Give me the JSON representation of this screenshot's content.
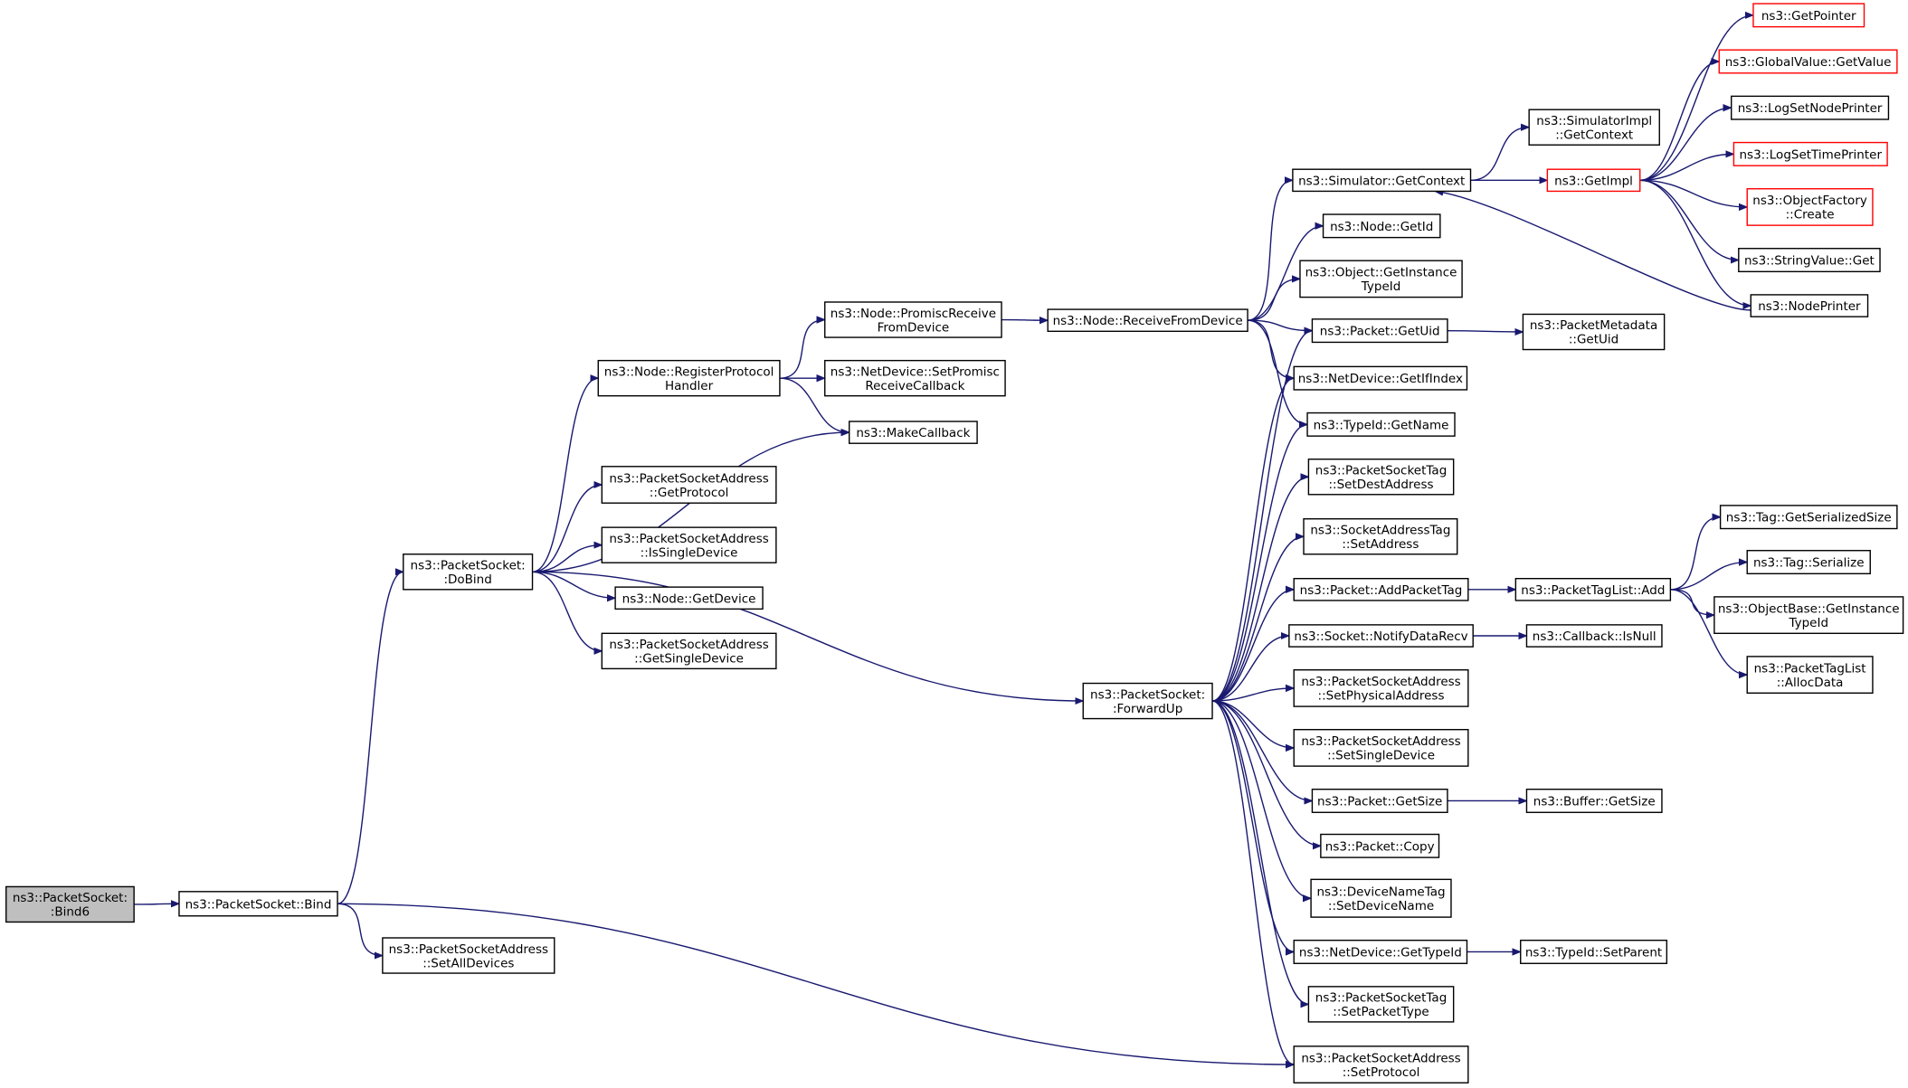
{
  "diagram": {
    "colors": {
      "edge": "#191970",
      "node_border": "#000000",
      "node_border_external": "#ff0000",
      "root_fill": "#bfbfbf"
    },
    "nodes": [
      {
        "id": "bind6",
        "lines": [
          "ns3::PacketSocket:",
          ":Bind6"
        ],
        "style": "root"
      },
      {
        "id": "bind",
        "lines": [
          "ns3::PacketSocket::Bind"
        ],
        "style": "normal"
      },
      {
        "id": "setalldev",
        "lines": [
          "ns3::PacketSocketAddress",
          "::SetAllDevices"
        ],
        "style": "normal"
      },
      {
        "id": "dobind",
        "lines": [
          "ns3::PacketSocket:",
          ":DoBind"
        ],
        "style": "normal"
      },
      {
        "id": "regproto",
        "lines": [
          "ns3::Node::RegisterProtocol",
          "Handler"
        ],
        "style": "normal"
      },
      {
        "id": "getproto",
        "lines": [
          "ns3::PacketSocketAddress",
          "::GetProtocol"
        ],
        "style": "normal"
      },
      {
        "id": "issingle",
        "lines": [
          "ns3::PacketSocketAddress",
          "::IsSingleDevice"
        ],
        "style": "normal"
      },
      {
        "id": "getdevice",
        "lines": [
          "ns3::Node::GetDevice"
        ],
        "style": "normal"
      },
      {
        "id": "getsingle",
        "lines": [
          "ns3::PacketSocketAddress",
          "::GetSingleDevice"
        ],
        "style": "normal"
      },
      {
        "id": "promrecv",
        "lines": [
          "ns3::Node::PromiscReceive",
          "FromDevice"
        ],
        "style": "normal"
      },
      {
        "id": "setpromcb",
        "lines": [
          "ns3::NetDevice::SetPromisc",
          "ReceiveCallback"
        ],
        "style": "normal"
      },
      {
        "id": "makecb",
        "lines": [
          "ns3::MakeCallback"
        ],
        "style": "normal"
      },
      {
        "id": "recvfrom",
        "lines": [
          "ns3::Node::ReceiveFromDevice"
        ],
        "style": "normal"
      },
      {
        "id": "forwardup",
        "lines": [
          "ns3::PacketSocket:",
          ":ForwardUp"
        ],
        "style": "normal"
      },
      {
        "id": "simgetctx",
        "lines": [
          "ns3::Simulator::GetContext"
        ],
        "style": "normal"
      },
      {
        "id": "nodegetid",
        "lines": [
          "ns3::Node::GetId"
        ],
        "style": "normal"
      },
      {
        "id": "getinsttid",
        "lines": [
          "ns3::Object::GetInstance",
          "TypeId"
        ],
        "style": "normal"
      },
      {
        "id": "pktgetuid",
        "lines": [
          "ns3::Packet::GetUid"
        ],
        "style": "normal"
      },
      {
        "id": "getifindex",
        "lines": [
          "ns3::NetDevice::GetIfIndex"
        ],
        "style": "normal"
      },
      {
        "id": "tidgetname",
        "lines": [
          "ns3::TypeId::GetName"
        ],
        "style": "normal"
      },
      {
        "id": "setdestaddr",
        "lines": [
          "ns3::PacketSocketTag",
          "::SetDestAddress"
        ],
        "style": "normal"
      },
      {
        "id": "sasetaddr",
        "lines": [
          "ns3::SocketAddressTag",
          "::SetAddress"
        ],
        "style": "normal"
      },
      {
        "id": "addpkttag",
        "lines": [
          "ns3::Packet::AddPacketTag"
        ],
        "style": "normal"
      },
      {
        "id": "notifydr",
        "lines": [
          "ns3::Socket::NotifyDataRecv"
        ],
        "style": "normal"
      },
      {
        "id": "setphys",
        "lines": [
          "ns3::PacketSocketAddress",
          "::SetPhysicalAddress"
        ],
        "style": "normal"
      },
      {
        "id": "setsingledev",
        "lines": [
          "ns3::PacketSocketAddress",
          "::SetSingleDevice"
        ],
        "style": "normal"
      },
      {
        "id": "pktgetsize",
        "lines": [
          "ns3::Packet::GetSize"
        ],
        "style": "normal"
      },
      {
        "id": "pktcopy",
        "lines": [
          "ns3::Packet::Copy"
        ],
        "style": "normal"
      },
      {
        "id": "devnametag",
        "lines": [
          "ns3::DeviceNameTag",
          "::SetDeviceName"
        ],
        "style": "normal"
      },
      {
        "id": "ndgettid",
        "lines": [
          "ns3::NetDevice::GetTypeId"
        ],
        "style": "normal"
      },
      {
        "id": "setpkttype",
        "lines": [
          "ns3::PacketSocketTag",
          "::SetPacketType"
        ],
        "style": "normal"
      },
      {
        "id": "setproto",
        "lines": [
          "ns3::PacketSocketAddress",
          "::SetProtocol"
        ],
        "style": "normal"
      },
      {
        "id": "simimplctx",
        "lines": [
          "ns3::SimulatorImpl",
          "::GetContext"
        ],
        "style": "normal"
      },
      {
        "id": "getimpl",
        "lines": [
          "ns3::GetImpl"
        ],
        "style": "external"
      },
      {
        "id": "metagetuid",
        "lines": [
          "ns3::PacketMetadata",
          "::GetUid"
        ],
        "style": "normal"
      },
      {
        "id": "ptladd",
        "lines": [
          "ns3::PacketTagList::Add"
        ],
        "style": "normal"
      },
      {
        "id": "cbisnull",
        "lines": [
          "ns3::Callback::IsNull"
        ],
        "style": "normal"
      },
      {
        "id": "bufgetsize",
        "lines": [
          "ns3::Buffer::GetSize"
        ],
        "style": "normal"
      },
      {
        "id": "tidsetparent",
        "lines": [
          "ns3::TypeId::SetParent"
        ],
        "style": "normal"
      },
      {
        "id": "getpointer",
        "lines": [
          "ns3::GetPointer"
        ],
        "style": "external"
      },
      {
        "id": "gvgetvalue",
        "lines": [
          "ns3::GlobalValue::GetValue"
        ],
        "style": "external"
      },
      {
        "id": "logsetnode",
        "lines": [
          "ns3::LogSetNodePrinter"
        ],
        "style": "normal"
      },
      {
        "id": "logsettime",
        "lines": [
          "ns3::LogSetTimePrinter"
        ],
        "style": "external"
      },
      {
        "id": "objfactcreate",
        "lines": [
          "ns3::ObjectFactory",
          "::Create"
        ],
        "style": "external"
      },
      {
        "id": "strvalget",
        "lines": [
          "ns3::StringValue::Get"
        ],
        "style": "normal"
      },
      {
        "id": "nodeprinter",
        "lines": [
          "ns3::NodePrinter"
        ],
        "style": "normal"
      },
      {
        "id": "taggetser",
        "lines": [
          "ns3::Tag::GetSerializedSize"
        ],
        "style": "normal"
      },
      {
        "id": "tagser",
        "lines": [
          "ns3::Tag::Serialize"
        ],
        "style": "normal"
      },
      {
        "id": "objbasegettid",
        "lines": [
          "ns3::ObjectBase::GetInstance",
          "TypeId"
        ],
        "style": "normal"
      },
      {
        "id": "ptlalloc",
        "lines": [
          "ns3::PacketTagList",
          "::AllocData"
        ],
        "style": "normal"
      }
    ],
    "edges": [
      [
        "bind6",
        "bind"
      ],
      [
        "bind",
        "dobind"
      ],
      [
        "bind",
        "setalldev"
      ],
      [
        "bind",
        "setproto"
      ],
      [
        "dobind",
        "regproto"
      ],
      [
        "dobind",
        "makecb"
      ],
      [
        "dobind",
        "getproto"
      ],
      [
        "dobind",
        "issingle"
      ],
      [
        "dobind",
        "getdevice"
      ],
      [
        "dobind",
        "getsingle"
      ],
      [
        "dobind",
        "forwardup"
      ],
      [
        "regproto",
        "promrecv"
      ],
      [
        "regproto",
        "setpromcb"
      ],
      [
        "regproto",
        "makecb"
      ],
      [
        "promrecv",
        "recvfrom"
      ],
      [
        "recvfrom",
        "simgetctx"
      ],
      [
        "recvfrom",
        "nodegetid"
      ],
      [
        "recvfrom",
        "getinsttid"
      ],
      [
        "recvfrom",
        "pktgetuid"
      ],
      [
        "recvfrom",
        "getifindex"
      ],
      [
        "recvfrom",
        "tidgetname"
      ],
      [
        "forwardup",
        "getifindex"
      ],
      [
        "forwardup",
        "tidgetname"
      ],
      [
        "forwardup",
        "pktgetuid"
      ],
      [
        "forwardup",
        "setdestaddr"
      ],
      [
        "forwardup",
        "sasetaddr"
      ],
      [
        "forwardup",
        "addpkttag"
      ],
      [
        "forwardup",
        "notifydr"
      ],
      [
        "forwardup",
        "setphys"
      ],
      [
        "forwardup",
        "setsingledev"
      ],
      [
        "forwardup",
        "pktgetsize"
      ],
      [
        "forwardup",
        "pktcopy"
      ],
      [
        "forwardup",
        "devnametag"
      ],
      [
        "forwardup",
        "ndgettid"
      ],
      [
        "forwardup",
        "setpkttype"
      ],
      [
        "forwardup",
        "setproto"
      ],
      [
        "simgetctx",
        "simimplctx"
      ],
      [
        "simgetctx",
        "getimpl"
      ],
      [
        "getimpl",
        "getpointer"
      ],
      [
        "getimpl",
        "gvgetvalue"
      ],
      [
        "getimpl",
        "logsetnode"
      ],
      [
        "getimpl",
        "logsettime"
      ],
      [
        "getimpl",
        "objfactcreate"
      ],
      [
        "getimpl",
        "strvalget"
      ],
      [
        "getimpl",
        "nodeprinter"
      ],
      [
        "nodeprinter",
        "simgetctx"
      ],
      [
        "pktgetuid",
        "metagetuid"
      ],
      [
        "addpkttag",
        "ptladd"
      ],
      [
        "ptladd",
        "taggetser"
      ],
      [
        "ptladd",
        "tagser"
      ],
      [
        "ptladd",
        "objbasegettid"
      ],
      [
        "ptladd",
        "ptlalloc"
      ],
      [
        "notifydr",
        "cbisnull"
      ],
      [
        "pktgetsize",
        "bufgetsize"
      ],
      [
        "ndgettid",
        "tidsetparent"
      ]
    ]
  }
}
